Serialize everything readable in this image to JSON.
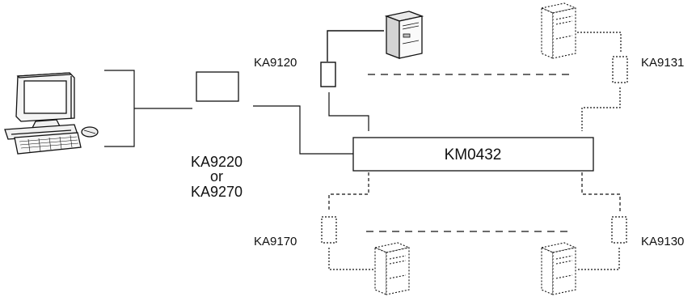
{
  "diagram": {
    "switch_label": "KM0432",
    "console_adapter": {
      "line1": "KA9220",
      "line2": "or",
      "line3": "KA9270"
    },
    "adapters": {
      "top_left": "KA9120",
      "top_right": "KA9131",
      "bottom_left": "KA9170",
      "bottom_right": "KA9130"
    }
  }
}
